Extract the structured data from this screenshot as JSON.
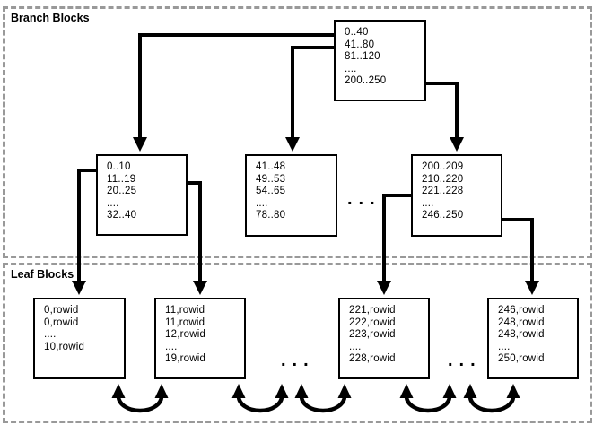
{
  "diagram": {
    "type": "b-tree-index-structure",
    "sections": {
      "branch": {
        "label": "Branch Blocks"
      },
      "leaf": {
        "label": "Leaf Blocks"
      }
    },
    "blocks": {
      "root": {
        "lines": [
          "0..40",
          "41..80",
          "81..120",
          "....",
          "200..250"
        ]
      },
      "branch_left": {
        "lines": [
          "0..10",
          "11..19",
          "20..25",
          "....",
          "32..40"
        ]
      },
      "branch_middle": {
        "lines": [
          "41..48",
          "49..53",
          "54..65",
          "....",
          "78..80"
        ]
      },
      "branch_right": {
        "lines": [
          "200..209",
          "210..220",
          "221..228",
          "....",
          "246..250"
        ]
      },
      "leaf_1": {
        "lines": [
          "0,rowid",
          "0,rowid",
          "....",
          "10,rowid"
        ]
      },
      "leaf_2": {
        "lines": [
          "11,rowid",
          "11,rowid",
          "12,rowid",
          "....",
          "19,rowid"
        ]
      },
      "leaf_3": {
        "lines": [
          "221,rowid",
          "222,rowid",
          "223,rowid",
          "....",
          "228,rowid"
        ]
      },
      "leaf_4": {
        "lines": [
          "246,rowid",
          "248,rowid",
          "248,rowid",
          "....",
          "250,rowid"
        ]
      }
    },
    "ellipses": {
      "branch_row": "...",
      "leaf_row_left": "...",
      "leaf_row_right": "..."
    },
    "colors": {
      "line": "#000000",
      "box_border": "#000000",
      "dashed_border": "#999999",
      "background": "#ffffff",
      "text": "#000000"
    }
  }
}
